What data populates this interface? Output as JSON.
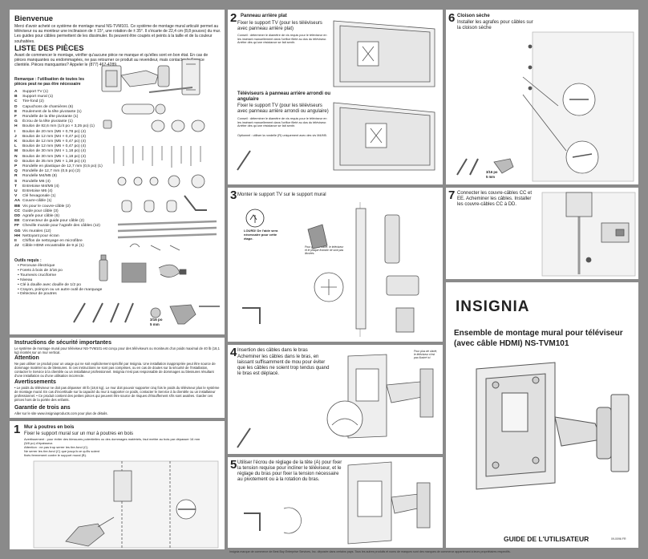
{
  "welcome": {
    "title": "Bienvenue",
    "text": "Merci d'avoir acheté ce système de montage mural NS-TVM101. Ce système de montage mural articulé permet au téléviseur ou au moniteur une inclinaison de ± 15°, une rotation de ± 35°. Il s'écarte de 22,4 cm (8,8 pouces) du mur. Les guides pour câbles permettent de les dissimuler. Ils peuvent être coupés et peints à la taille et de la couleur souhaitées."
  },
  "parts": {
    "title": "LISTE DES PIÈCES",
    "intro": "Avant de commencer le montage, vérifier qu'aucune pièce ne manque et qu'elles sont en bon état. En cas de pièces manquantes ou endommagées, ne pas retourner ce produit au revendeur, mais contacter le Service clientèle. Pièces manquantes? Appeler le (877) 467-4289.",
    "remark": "Remarque : l'utilisation de toutes les pièces peut ne pas être nécessaire",
    "items": [
      {
        "k": "A",
        "v": "Support TV (1)"
      },
      {
        "k": "B",
        "v": "Support mural (1)"
      },
      {
        "k": "C",
        "v": "Tire-fond (2)"
      },
      {
        "k": "D",
        "v": "Capuchons de charnières (6)"
      },
      {
        "k": "E",
        "v": "Roulement de la tête pivotante (1)"
      },
      {
        "k": "F",
        "v": "Rondelle de la tête pivotante (1)"
      },
      {
        "k": "G",
        "v": "Écrou de la tête pivotante (1)"
      },
      {
        "k": "H",
        "v": "Boulon de 82,6 mm (1/4 po × 3,25 po) (1)"
      },
      {
        "k": "I",
        "v": "Boulon de 20 mm (M6 × 0,78 po) (4)"
      },
      {
        "k": "J",
        "v": "Boulon de 12 mm (M4 × 0,47 po) (4)"
      },
      {
        "k": "K",
        "v": "Boulon de 12 mm (M5 × 0,47 po) (4)"
      },
      {
        "k": "L",
        "v": "Boulon de 12 mm (M6 × 0,47 po) (4)"
      },
      {
        "k": "M",
        "v": "Boulon de 30 mm (M4 × 1,18 po) (4)"
      },
      {
        "k": "N",
        "v": "Boulon de 30 mm (M5 × 1,18 po) (4)"
      },
      {
        "k": "O",
        "v": "Boulon de 35 mm (M6 × 1,38 po) (4)"
      },
      {
        "k": "P",
        "v": "Rondelle en plastique de 12,7 mm (0,5 po) (1)"
      },
      {
        "k": "Q",
        "v": "Rondelle de 12,7 mm (0,5 po) (2)"
      },
      {
        "k": "R",
        "v": "Rondelle M4/M5 (8)"
      },
      {
        "k": "S",
        "v": "Rondelle M6 (4)"
      },
      {
        "k": "T",
        "v": "Entretoise M4/M5 (4)"
      },
      {
        "k": "U",
        "v": "Entretoise M6 (4)"
      },
      {
        "k": "V",
        "v": "Clé hexagonale (1)"
      },
      {
        "k": "AA",
        "v": "Couvre-câble (1)"
      },
      {
        "k": "BB",
        "v": "Vis pour le couvre-câble (2)"
      },
      {
        "k": "CC",
        "v": "Guide pour câble (3)"
      },
      {
        "k": "DD",
        "v": "Agrafe pour câble (6)"
      },
      {
        "k": "EE",
        "v": "Connecteur de guide pour câble (2)"
      },
      {
        "k": "FF",
        "v": "Cheville murale pour l'agrafe des câbles (12)"
      },
      {
        "k": "GG",
        "v": "Vis murales (12)"
      },
      {
        "k": "HH",
        "v": "Nettoyant pour écran"
      },
      {
        "k": "II",
        "v": "Chiffon de nettoyage en microfibre"
      },
      {
        "k": "JJ",
        "v": "Câble HDMI encastrable de 9 pi (1)"
      }
    ],
    "tools_title": "Outils requis :",
    "tools": [
      "Perceuse électrique",
      "Forets à bois de 3/16 po",
      "Tournevis cruciforme",
      "Niveau",
      "Clé à douille avec douille de 1/2 po",
      "Crayon, poinçon ou un autre outil de marquage",
      "Détecteur de poutres"
    ],
    "drill_label": "3/16 po",
    "drill_label2": "5 mm"
  },
  "safety": {
    "title": "Instructions de sécurité importantes",
    "text": "Le système de montage mural pour téléviseur NS-TVM101 est conçu pour des téléviseurs ou moniteurs d'un poids maximal de 40 lb (18,1 kg) montés sur un mur vertical.",
    "attention_title": "Attention",
    "attention_text": "Ne pas utiliser ce produit pour un usage qui ne soit explicitement spécifié par Insignia. Une installation inappropriée peut être source de dommage matériel ou de blessures. Si ces instructions ne sont pas comprises, ou en cas de doutes sur la sécurité de l'installation, contacter le Service à la clientèle ou un installateur professionnel. Insignia n'est pas responsable de dommages ou blessures résultant d'une installation ou d'une utilisation incorrecte.",
    "warnings_title": "Avertissements",
    "warnings_text": "• Le poids du téléviseur ne doit pas dépasser 40 lb (18,6 kg). Le mur doit pouvoir supporter cinq fois le poids du téléviseur plus le système de montage mural. En cas d'incertitude sur la capacité du mur à supporter ce poids, contacter le Service à la clientèle ou un installateur professionnel. • Ce produit contient des petites pièces qui peuvent être source de risques d'étouffement s'ils sont avalées. Garder ces pièces hors de la portée des enfants.",
    "warranty_title": "Garantie de trois ans",
    "warranty_text": "Aller sur le site www.insigniaproducts.com pour plus de détails."
  },
  "step1": {
    "num": "1",
    "title": "Mur à poutres en bois",
    "text": "Fixer le support mural sur un mur à poutres en bois",
    "note1": "Avertissement : pour éviter des blessures potentielles ou des dommages matériels, faut mettre au bois par dépasser 16 mm (5/8 po) d'épaisseur.",
    "note2": "Attention : ne pas trop serrer les tire-fond (C).",
    "note3": "Ne serrer les tire-fond (C) que jusqu'à ce qu'ils soient",
    "note4": "fixés fermement contre le support mural (B)."
  },
  "step2": {
    "num": "2",
    "title": "Panneau arrière plat",
    "text": "Fixer le support TV (pour les téléviseurs avec panneau arrière plat)",
    "advice": "Conseil : déterminer le diamètre de vis requis pour le téléviseur en les insérant manuellement dans l'orifice fileté au dos du téléviseur. Arrêter dès qu'une résistance se fait sentir.",
    "title2": "Téléviseurs à panneau arrière arrondi ou angulaire",
    "text2": "Fixer le support TV (pour les téléviseurs avec panneau arrière arrondi ou angulaire)",
    "advice2": "Conseil : déterminer le diamètre de vis requis pour le téléviseur en les insérant manuellement dans l'orifice fileté au dos du téléviseur. Arrêter dès qu'une résistance se fait sentir.",
    "optional": "Optionnel : utiliser la rondelle (R) uniquement avec des vis M4/M5.",
    "optional_label": "OPTIONNEL"
  },
  "step3": {
    "num": "3",
    "title": "Monter le support TV sur le support mural",
    "heavy": "LOURD! De l'aide sera nécessaire pour cette étape.",
    "note": "Pour plus de clarté, le téléviseur et le plaque frontale ne sont pas illustrés."
  },
  "step4": {
    "num": "4",
    "title": "Insertion des câbles dans le bras",
    "text": "Acheminer les câbles dans le bras, en laissant suffisamment de mou pour éviter que les câbles ne soient trop tendus quand le bras est déplacé.",
    "note": "Pour plus de clarté, le téléviseur n'est pas illustré ici."
  },
  "step5": {
    "num": "5",
    "title": "Utiliser l'écrou de réglage de la tête (A) pour fixer la tension requise pour incliner le téléviseur, et le réglage du bras pour fixer la tension nécessaire au pivotement ou à la rotation du bras."
  },
  "step6": {
    "num": "6",
    "title": "Cloison sèche",
    "text": "Installer les agrafes pour câbles sur la cloison sèche",
    "drill": "3/16 po",
    "drill2": "5 mm"
  },
  "step7": {
    "num": "7",
    "title": "Connecter les couvre-câbles CC et EE. Acheminer les câbles. Installer les couvre-câbles CC à DD."
  },
  "cover": {
    "brand": "INSIGNIA",
    "title": "Ensemble de montage mural pour téléviseur (avec câble HDMI) NS-TVM101",
    "guide": "GUIDE DE L'UTILISATEUR",
    "code": "09-0096 FR"
  },
  "footer": "Insignia marque de commerce de Best Buy Enterprise Services, Inc. déposée dans certains pays. Tous les autres produits et noms de marques sont des marques de commerce appartenant à leurs propriétaires respectifs."
}
